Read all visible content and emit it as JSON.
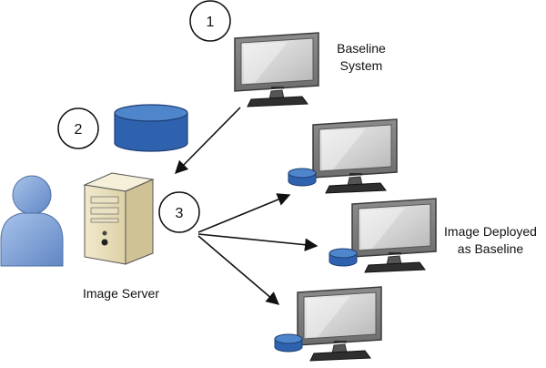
{
  "steps": [
    "1",
    "2",
    "3"
  ],
  "labels": {
    "baseline_line1": "Baseline",
    "baseline_line2": "System",
    "image_server": "Image Server",
    "deployed_line1": "Image Deployed",
    "deployed_line2": "as Baseline"
  },
  "icons": {
    "user": "user-icon",
    "database": "database-icon",
    "server": "server-tower-icon",
    "monitor": "monitor-icon"
  },
  "colors": {
    "db_blue": "#2F62AE",
    "db_top": "#4F86CB",
    "user_blue": "#6E93CF",
    "server_beige": "#E8DDB5",
    "monitor_frame": "#7F7F7F",
    "monitor_screen": "#D9D9D9"
  }
}
